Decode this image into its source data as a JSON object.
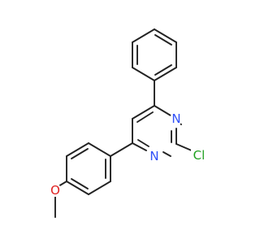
{
  "molecule": {
    "atoms": {
      "n1": {
        "symbol": "N",
        "color": "#3050F8"
      },
      "n3": {
        "symbol": "N",
        "color": "#3050F8"
      },
      "cl": {
        "symbol": "Cl",
        "color": "#1FA01F"
      },
      "o": {
        "symbol": "O",
        "color": "#E02020"
      }
    },
    "bond_color": "#222222",
    "background": "#ffffff"
  }
}
